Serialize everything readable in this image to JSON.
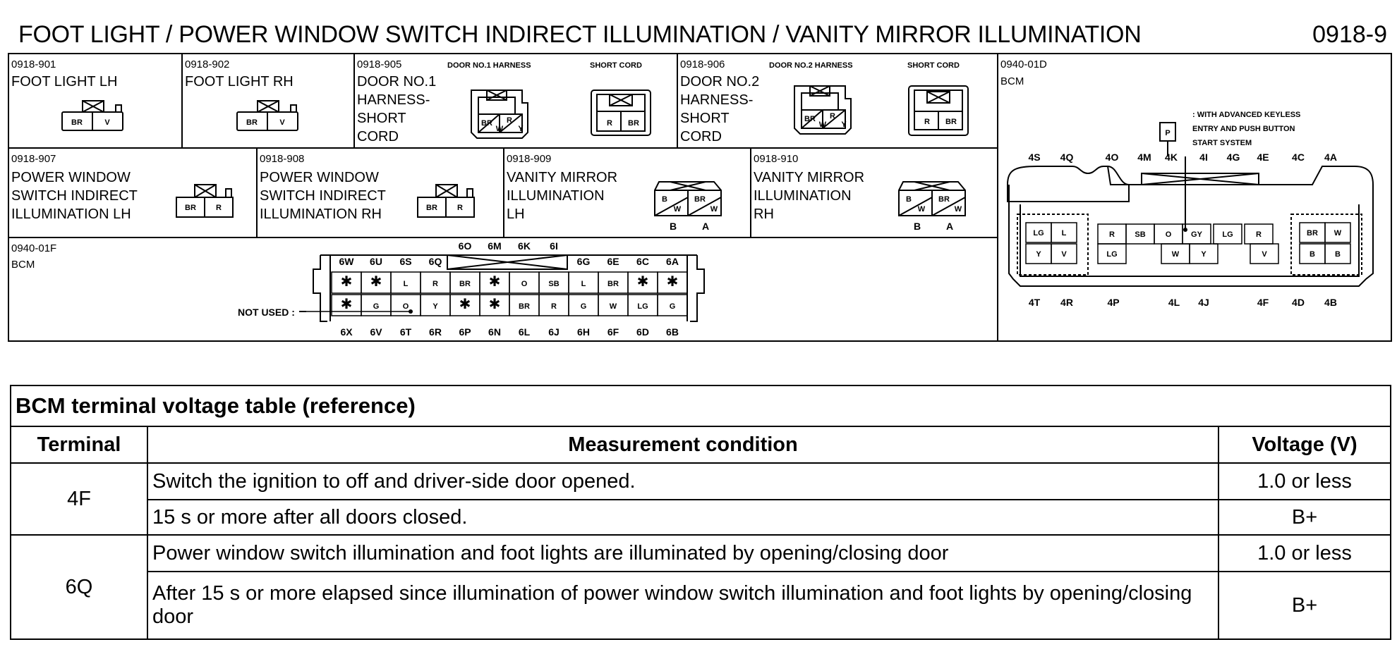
{
  "header": {
    "title": "FOOT LIGHT / POWER WINDOW SWITCH INDIRECT ILLUMINATION / VANITY MIRROR ILLUMINATION",
    "page_number": "0918-9"
  },
  "connectors": [
    {
      "code": "0918-901",
      "name_lines": [
        "FOOT LIGHT LH"
      ],
      "pins": [
        "BR",
        "V"
      ]
    },
    {
      "code": "0918-902",
      "name_lines": [
        "FOOT LIGHT RH"
      ],
      "pins": [
        "BR",
        "V"
      ]
    },
    {
      "code": "0918-905",
      "name_lines": [
        "DOOR NO.1",
        "HARNESS-",
        "SHORT",
        "CORD"
      ],
      "side_a_label": "DOOR NO.1 HARNESS",
      "side_b_label": "SHORT CORD",
      "pins_a": [
        "BR",
        "W",
        "R",
        "Y"
      ],
      "pins_b": [
        "R",
        "BR"
      ]
    },
    {
      "code": "0918-906",
      "name_lines": [
        "DOOR NO.2",
        "HARNESS-",
        "SHORT",
        "CORD"
      ],
      "side_a_label": "DOOR NO.2 HARNESS",
      "side_b_label": "SHORT CORD",
      "pins_a": [
        "BR",
        "W",
        "R",
        "Y"
      ],
      "pins_b": [
        "R",
        "BR"
      ]
    },
    {
      "code": "0918-907",
      "name_lines": [
        "POWER WINDOW",
        "SWITCH INDIRECT",
        "ILLUMINATION LH"
      ],
      "pins": [
        "BR",
        "R"
      ]
    },
    {
      "code": "0918-908",
      "name_lines": [
        "POWER WINDOW",
        "SWITCH INDIRECT",
        "ILLUMINATION RH"
      ],
      "pins": [
        "BR",
        "R"
      ]
    },
    {
      "code": "0918-909",
      "name_lines": [
        "VANITY MIRROR",
        "ILLUMINATION",
        "LH"
      ],
      "pins": [
        "B",
        "W",
        "BR",
        "W"
      ],
      "pin_ids": [
        "B",
        "A"
      ]
    },
    {
      "code": "0918-910",
      "name_lines": [
        "VANITY MIRROR",
        "ILLUMINATION",
        "RH"
      ],
      "pins": [
        "B",
        "W",
        "BR",
        "W"
      ],
      "pin_ids": [
        "B",
        "A"
      ]
    }
  ],
  "bcm_f": {
    "code": "0940-01F",
    "name": "BCM",
    "not_used_label": "NOT USED :",
    "top_ids": [
      "6W",
      "6U",
      "6S",
      "6Q",
      "6O",
      "6M",
      "6K",
      "6I",
      "6G",
      "6E",
      "6C",
      "6A"
    ],
    "row1": [
      "✱",
      "✱",
      "L",
      "R",
      "BR",
      "✱",
      "O",
      "SB",
      "L",
      "BR",
      "✱",
      "✱"
    ],
    "row2": [
      "✱",
      "G",
      "O",
      "Y",
      "✱",
      "✱",
      "BR",
      "R",
      "G",
      "W",
      "LG",
      "G"
    ],
    "bottom_ids": [
      "6X",
      "6V",
      "6T",
      "6R",
      "6P",
      "6N",
      "6L",
      "6J",
      "6H",
      "6F",
      "6D",
      "6B"
    ]
  },
  "bcm_d": {
    "code": "0940-01D",
    "name": "BCM",
    "note_symbol": "P",
    "note_lines": [
      ": WITH ADVANCED KEYLESS",
      "ENTRY AND PUSH BUTTON",
      "START SYSTEM"
    ],
    "top_ids": [
      "4S",
      "4Q",
      "4O",
      "4M",
      "4K",
      "4I",
      "4G",
      "4E",
      "4C",
      "4A"
    ],
    "bottom_ids": [
      "4T",
      "4R",
      "4P",
      "4L",
      "4J",
      "4F",
      "4D",
      "4B"
    ],
    "left_block": [
      "LG",
      "L",
      "Y",
      "V"
    ],
    "mid_top": [
      "R",
      "SB",
      "O",
      "GY",
      "LG",
      "R"
    ],
    "mid_bottom": [
      "LG",
      "W",
      "Y",
      "V"
    ],
    "right_block": [
      "BR",
      "W",
      "B",
      "B"
    ]
  },
  "voltage_table": {
    "caption": "BCM terminal voltage table (reference)",
    "headers": [
      "Terminal",
      "Measurement condition",
      "Voltage (V)"
    ],
    "groups": [
      {
        "terminal": "4F",
        "rows": [
          {
            "condition": "Switch the ignition to off and driver-side door opened.",
            "voltage": "1.0 or less"
          },
          {
            "condition": "15 s or more after all doors closed.",
            "voltage": "B+"
          }
        ]
      },
      {
        "terminal": "6Q",
        "rows": [
          {
            "condition": "Power window switch illumination and foot lights are illuminated by opening/closing door",
            "voltage": "1.0 or less"
          },
          {
            "condition": "After 15 s or more elapsed since illumination of power window switch illumination and foot lights by opening/closing door",
            "voltage": "B+"
          }
        ]
      }
    ]
  }
}
